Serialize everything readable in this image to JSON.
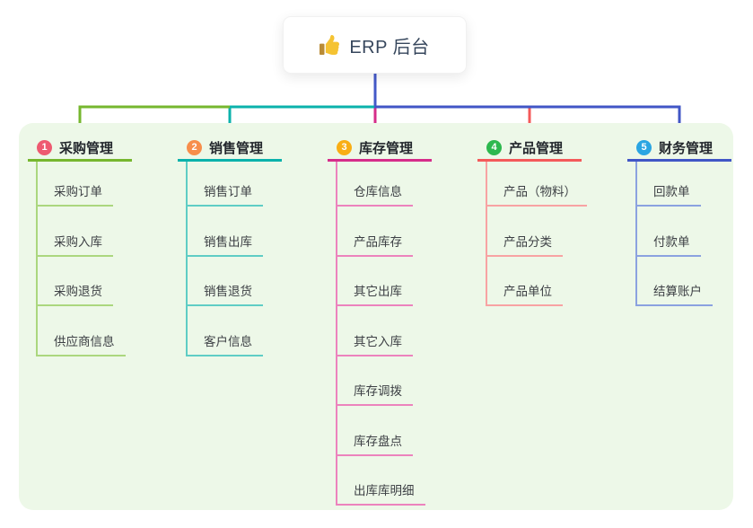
{
  "root": {
    "label": "ERP 后台",
    "icon": "thumbs-up-icon"
  },
  "colors": {
    "root_connector": "#4459c8",
    "panel_bg": "#edf8e8",
    "root_bg": "#ffffff",
    "root_text": "#36465c",
    "title_text": "#23272d",
    "child_text": "#3d4045",
    "icon_gold": "#f5c332",
    "icon_cuff": "#b98b35"
  },
  "branches": [
    {
      "badge": "1",
      "badge_color": "#ee5a71",
      "color": "#76b72e",
      "light_color": "#abd77e",
      "label": "采购管理",
      "children": [
        "采购订单",
        "采购入库",
        "采购退货",
        "供应商信息"
      ]
    },
    {
      "badge": "2",
      "badge_color": "#f78e4b",
      "color": "#0bb2ab",
      "light_color": "#5fcdc5",
      "label": "销售管理",
      "children": [
        "销售订单",
        "销售出库",
        "销售退货",
        "客户信息"
      ]
    },
    {
      "badge": "3",
      "badge_color": "#f9ae14",
      "color": "#d62d8a",
      "light_color": "#ec83bd",
      "label": "库存管理",
      "children": [
        "仓库信息",
        "产品库存",
        "其它出库",
        "其它入库",
        "库存调拨",
        "库存盘点",
        "出库库明细"
      ]
    },
    {
      "badge": "4",
      "badge_color": "#2db84e",
      "color": "#f45a5a",
      "light_color": "#f8a3a3",
      "label": "产品管理",
      "children": [
        "产品（物料）",
        "产品分类",
        "产品单位"
      ]
    },
    {
      "badge": "5",
      "badge_color": "#2aa5e2",
      "color": "#4156c6",
      "light_color": "#8ba2e0",
      "label": "财务管理",
      "children": [
        "回款单",
        "付款单",
        "结算账户"
      ]
    }
  ]
}
